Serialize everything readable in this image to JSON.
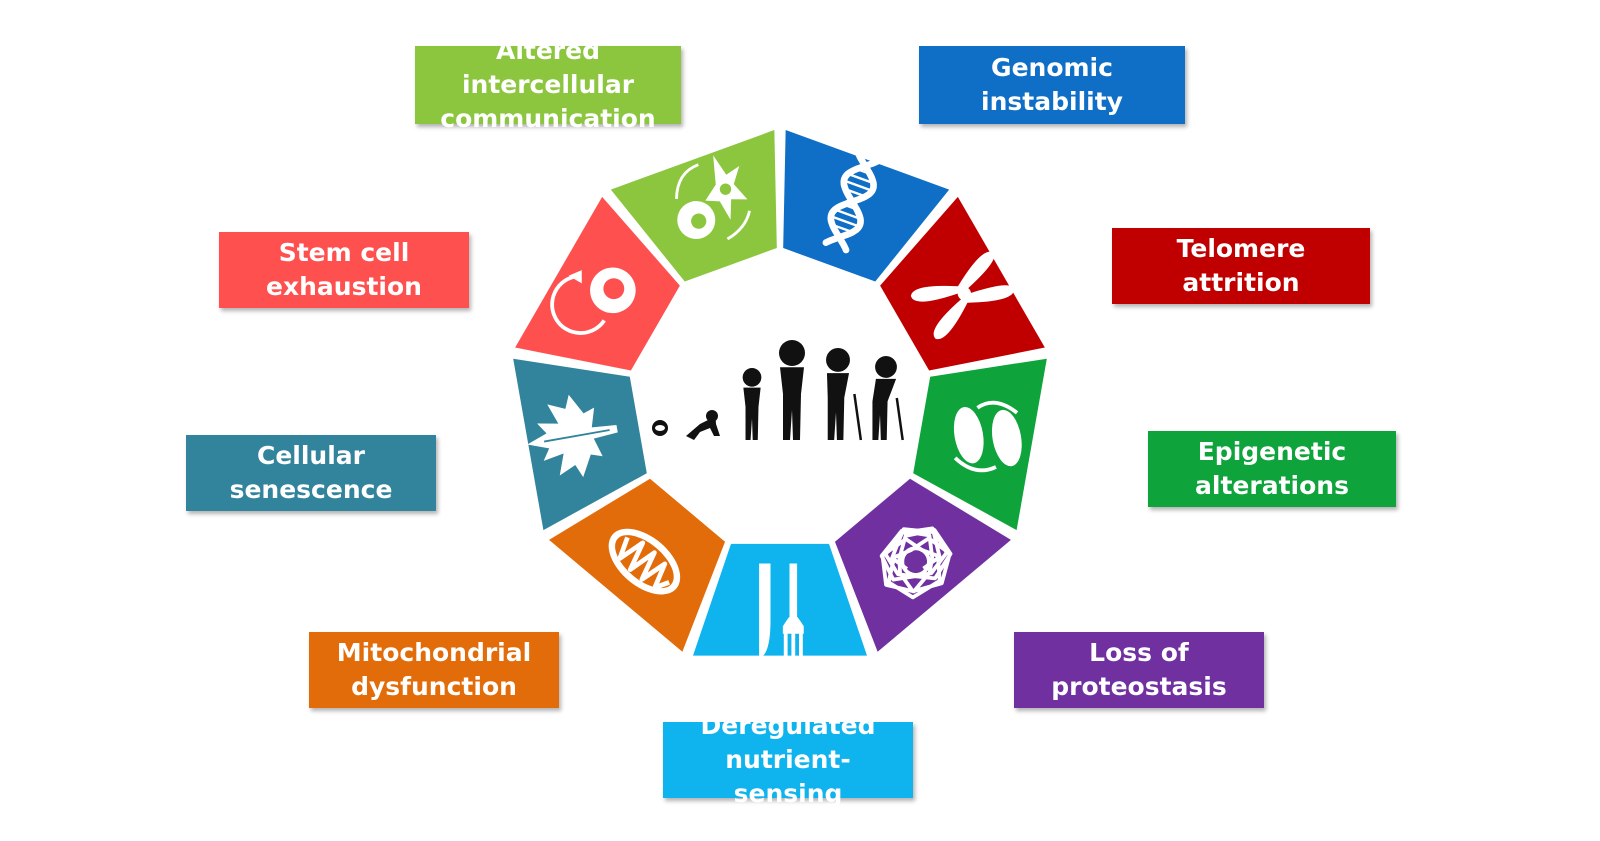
{
  "hallmarks": [
    {
      "key": "genomic",
      "lines": [
        "Genomic instability"
      ],
      "color": "#0f6fc6",
      "icon": "dna-icon"
    },
    {
      "key": "telomere",
      "lines": [
        "Telomere attrition"
      ],
      "color": "#c00000",
      "icon": "chromosome-icon"
    },
    {
      "key": "epigenetic",
      "lines": [
        "Epigenetic",
        "alterations"
      ],
      "color": "#0fa33c",
      "icon": "nucleosome-icon"
    },
    {
      "key": "proteostasis",
      "lines": [
        "Loss of",
        "proteostasis"
      ],
      "color": "#7030a0",
      "icon": "protein-icon"
    },
    {
      "key": "nutrient",
      "lines": [
        "Deregulated",
        "nutrient-sensing"
      ],
      "color": "#0fb4ee",
      "icon": "fork-knife-icon"
    },
    {
      "key": "mitochondrial",
      "lines": [
        "Mitochondrial",
        "dysfunction"
      ],
      "color": "#e36c0a",
      "icon": "mitochondrion-icon"
    },
    {
      "key": "senescence",
      "lines": [
        "Cellular",
        "senescence"
      ],
      "color": "#31849b",
      "icon": "maple-leaf-icon"
    },
    {
      "key": "stemcell",
      "lines": [
        "Stem cell",
        "exhaustion"
      ],
      "color": "#ff5050",
      "icon": "stem-cell-icon"
    },
    {
      "key": "intercellular",
      "lines": [
        "Altered intercellular",
        "communication"
      ],
      "color": "#8cc63f",
      "icon": "cell-communication-icon"
    }
  ],
  "center": {
    "icon": "human-life-stages-icon"
  }
}
